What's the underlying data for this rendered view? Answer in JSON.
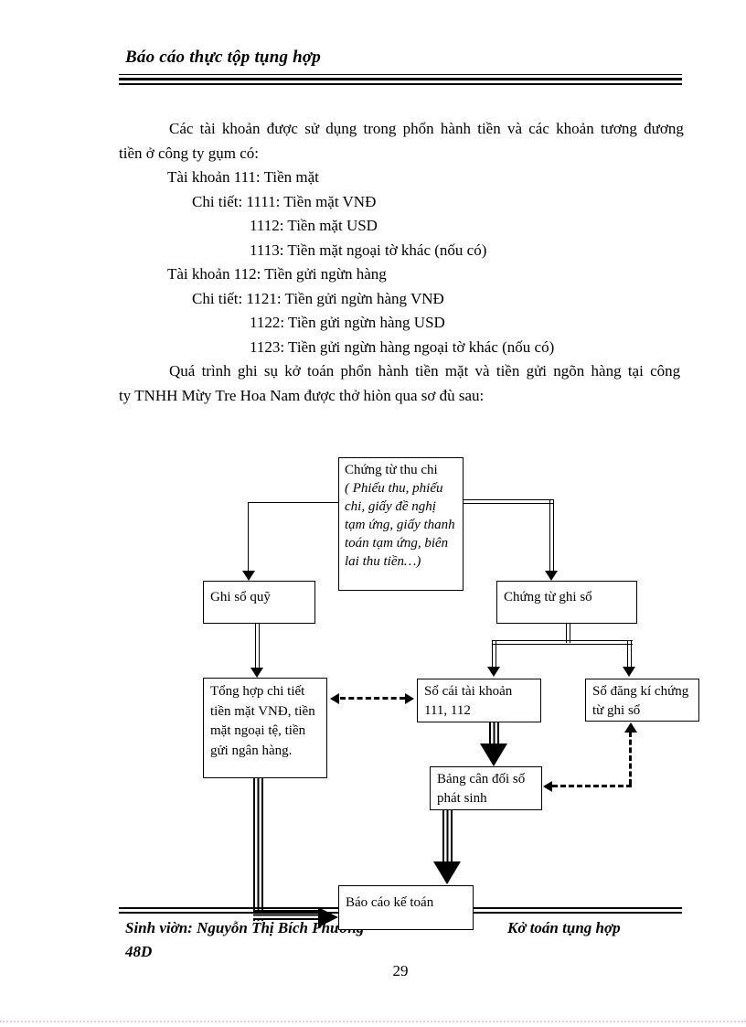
{
  "header": {
    "title": "Báo cáo thực tộp tụng hợp"
  },
  "body": {
    "intro_line1": "Các tài khoản được sử dụng trong phổn hành tiền và các khoản tương đương",
    "intro_line2": "tiền ở công ty gụm có:",
    "accounts": [
      {
        "text": "Tài khoản 111: Tiền mặt"
      },
      {
        "text": "Chi tiết: 1111: Tiền mặt VNĐ"
      },
      {
        "text": "1112: Tiền mặt USD"
      },
      {
        "text": "1113: Tiền mặt ngoại tờ khác (nốu có)"
      },
      {
        "text": "Tài khoản 112: Tiền gửi ngừn hàng"
      },
      {
        "text": "Chi tiết: 1121: Tiền gửi ngừn hàng VNĐ"
      },
      {
        "text": "1122: Tiền gửi ngừn hàng USD"
      },
      {
        "text": "1123: Tiền gửi ngừn hàng ngoại tờ khác (nốu có)"
      }
    ],
    "closing_line1": "Quá trình ghi sụ kở toán phổn hành tiền mặt và tiền gửi ngõn hàng tại công",
    "closing_line2": "ty TNHH Mừy Tre Hoa Nam được thở hiòn qua sơ đù sau:"
  },
  "flowchart": {
    "chung_tu_thu_chi_title": "Chứng từ thu chi",
    "chung_tu_thu_chi_detail": "( Phiếu thu, phiếu chi, giấy đề nghị tạm ứng, giấy thanh toán tạm ứng, biên lai thu tiền…)",
    "ghi_so_quy": "Ghi sổ quỹ",
    "chung_tu_ghi_so": "Chứng từ ghi sổ",
    "tong_hop": "Tổng hợp chi tiết tiền mặt VNĐ, tiền mặt ngoại tệ, tiền gửi ngân hàng.",
    "so_cai": "Sổ cái tài khoản 111, 112",
    "so_dang_ki": "Sổ đăng kí chứng từ ghi sổ",
    "bang_can_doi": "Bảng cân đối số phát sinh",
    "bao_cao_ke_toan": "Báo cáo kế toán"
  },
  "footer": {
    "student": "Sinh viờn: Nguyỗn Thị Bích Phương",
    "student_class": "48D",
    "right_text": "Kở toán tụng hợp",
    "page_number": "29"
  }
}
